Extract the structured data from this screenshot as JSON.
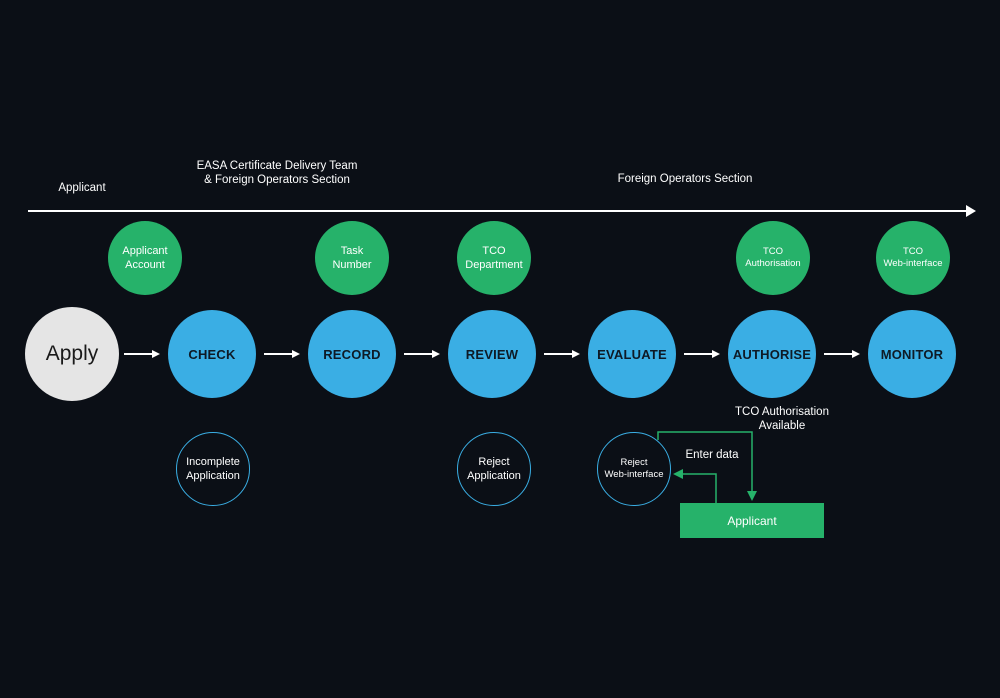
{
  "header": {
    "lane_applicant": "Applicant",
    "lane_team_line1": "EASA Certificate Delivery Team",
    "lane_team_line2": "& Foreign Operators Section",
    "lane_foreign": "Foreign Operators Section"
  },
  "steps": {
    "apply": "Apply",
    "check": "CHECK",
    "record": "RECORD",
    "review": "REVIEW",
    "evaluate": "EVALUATE",
    "authorise": "AUTHORISE",
    "monitor": "MONITOR"
  },
  "outputs": {
    "applicant_account": [
      "Applicant",
      "Account"
    ],
    "task_number": [
      "Task",
      "Number"
    ],
    "tco_department": [
      "TCO",
      "Department"
    ],
    "tco_authorisation": [
      "TCO",
      "Authorisation"
    ],
    "tco_web_interface": [
      "TCO",
      "Web-interface"
    ]
  },
  "rejections": {
    "incomplete_application": [
      "Incomplete",
      "Application"
    ],
    "reject_application": [
      "Reject",
      "Application"
    ],
    "reject_web_interface": [
      "Reject",
      "Web-interface"
    ]
  },
  "feedback": {
    "tco_available_line1": "TCO Authorisation",
    "tco_available_line2": "Available",
    "enter_data": "Enter data",
    "applicant_box": "Applicant"
  },
  "colors": {
    "background": "#0b0f16",
    "step_blue": "#3aaee4",
    "output_green": "#26b26a",
    "apply_grey": "#e5e5e5",
    "arrow_white": "#ffffff"
  }
}
